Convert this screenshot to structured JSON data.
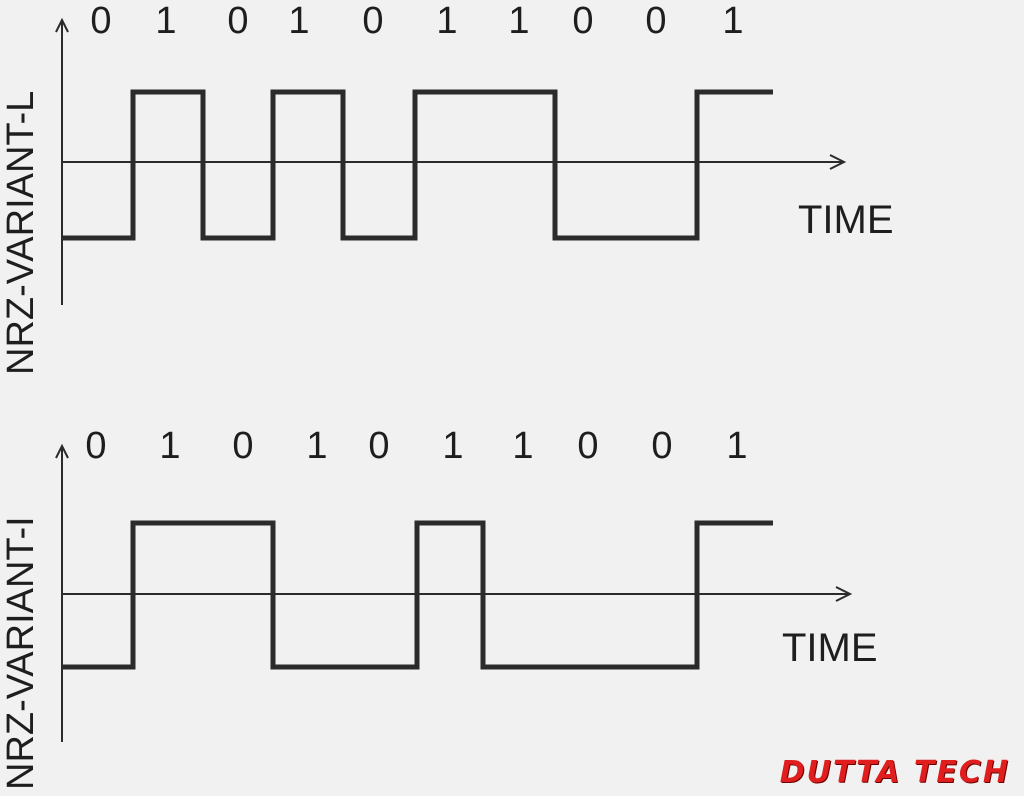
{
  "diagrams": [
    {
      "ylabel": "NRZ-VARIANT-L",
      "bits": [
        "0",
        "1",
        "0",
        "1",
        "0",
        "1",
        "1",
        "0",
        "0",
        "1"
      ],
      "levels": [
        -1,
        1,
        -1,
        1,
        -1,
        1,
        1,
        -1,
        -1,
        1
      ],
      "axis_label": "TIME"
    },
    {
      "ylabel": "NRZ-VARIANT-I",
      "bits": [
        "0",
        "1",
        "0",
        "1",
        "0",
        "1",
        "1",
        "0",
        "0",
        "1"
      ],
      "levels": [
        -1,
        1,
        1,
        -1,
        -1,
        1,
        -1,
        -1,
        -1,
        1
      ],
      "axis_label": "TIME"
    }
  ],
  "brand": "DUTTA TECH",
  "colors": {
    "ink": "#2b2b2b",
    "brand": "#e01e1e",
    "background": "#f1f1f1"
  }
}
